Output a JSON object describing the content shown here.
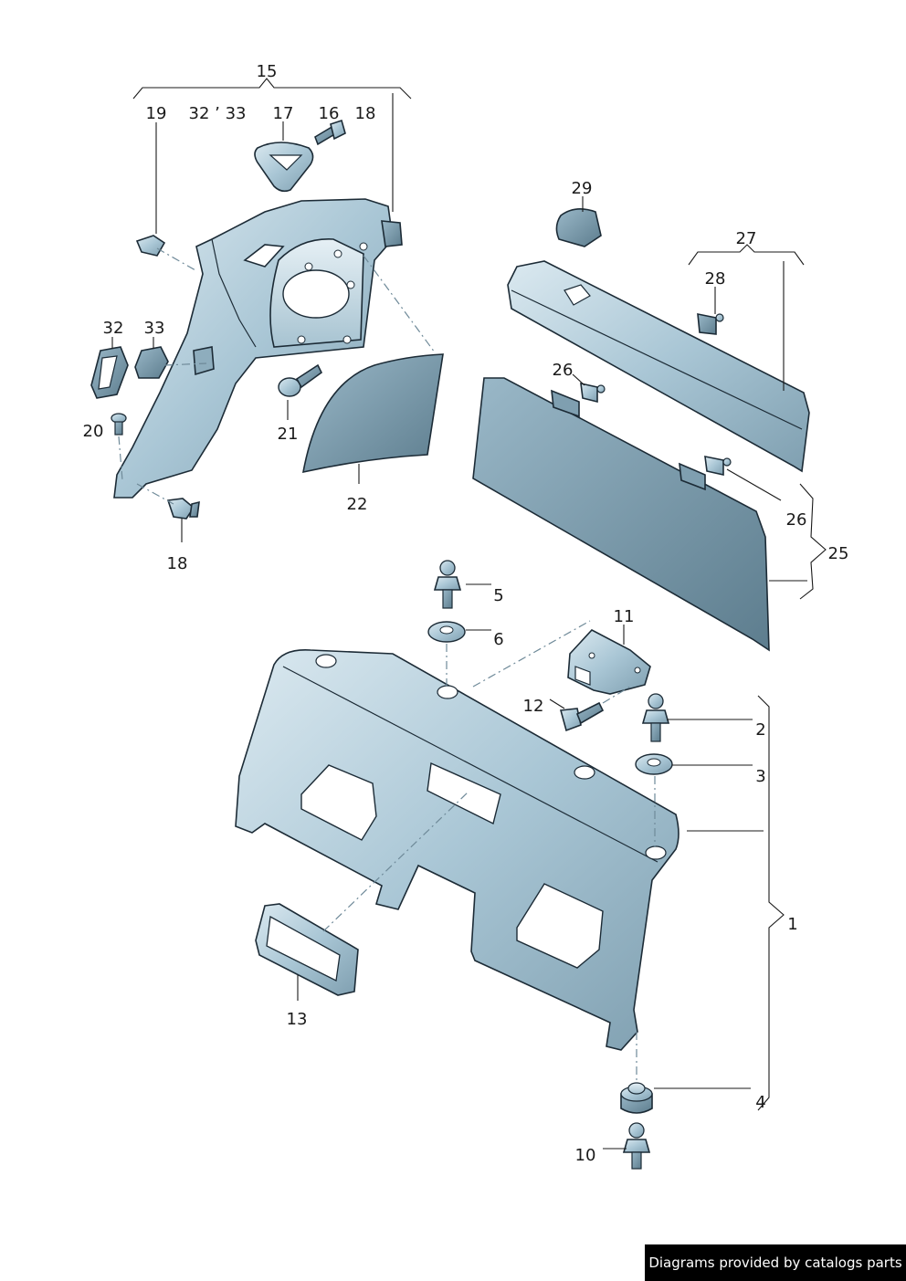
{
  "labels": {
    "l15": "15",
    "l19": "19",
    "l32_33": "32 ’ 33",
    "l17": "17",
    "l16": "16",
    "l18a": "18",
    "l32": "32",
    "l33": "33",
    "l20": "20",
    "l21": "21",
    "l22": "22",
    "l18b": "18",
    "l29": "29",
    "l27": "27",
    "l28": "28",
    "l26a": "26",
    "l26b": "26",
    "l25": "25",
    "l5": "5",
    "l6": "6",
    "l11": "11",
    "l12": "12",
    "l2": "2",
    "l3": "3",
    "l1": "1",
    "l13": "13",
    "l4": "4",
    "l10": "10"
  },
  "credit": "Diagrams provided by catalogs parts",
  "colors": {
    "part_fill": "#b3cedb",
    "part_dark": "#7f9fb0",
    "part_light": "#dbe9f0",
    "outline": "#1c2b36",
    "dash": "#6f8a99"
  }
}
